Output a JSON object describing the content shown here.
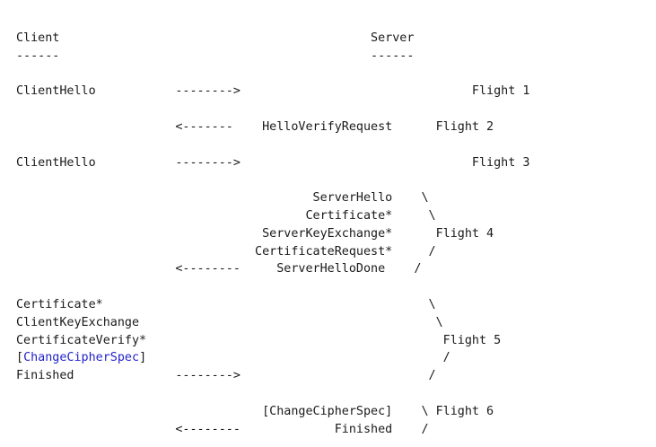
{
  "link_color": "#2222cc",
  "lines": [
    [
      {
        "text": "Client                                           Server"
      }
    ],
    [
      {
        "text": "------                                           ------"
      }
    ],
    [
      {
        "text": ""
      }
    ],
    [
      {
        "text": "ClientHello           -------->                                Flight 1"
      }
    ],
    [
      {
        "text": ""
      }
    ],
    [
      {
        "text": "                      <-------    HelloVerifyRequest      Flight 2"
      }
    ],
    [
      {
        "text": ""
      }
    ],
    [
      {
        "text": "ClientHello           -------->                                Flight 3"
      }
    ],
    [
      {
        "text": ""
      }
    ],
    [
      {
        "text": "                                         ServerHello    \\"
      }
    ],
    [
      {
        "text": "                                        Certificate*     \\"
      }
    ],
    [
      {
        "text": "                                  ServerKeyExchange*      Flight 4"
      }
    ],
    [
      {
        "text": "                                 CertificateRequest*     /"
      }
    ],
    [
      {
        "text": "                      <--------     ServerHelloDone    /"
      }
    ],
    [
      {
        "text": ""
      }
    ],
    [
      {
        "text": "Certificate*                                             \\"
      }
    ],
    [
      {
        "text": "ClientKeyExchange                                         \\"
      }
    ],
    [
      {
        "text": "CertificateVerify*                                         Flight 5"
      }
    ],
    [
      {
        "text": "["
      },
      {
        "text": "ChangeCipherSpec",
        "link": true
      },
      {
        "text": "]                                         /"
      }
    ],
    [
      {
        "text": "Finished              -------->                          /"
      }
    ],
    [
      {
        "text": ""
      }
    ],
    [
      {
        "text": "                                  [ChangeCipherSpec]    \\ Flight 6"
      }
    ],
    [
      {
        "text": "                      <--------             Finished    /"
      }
    ]
  ]
}
